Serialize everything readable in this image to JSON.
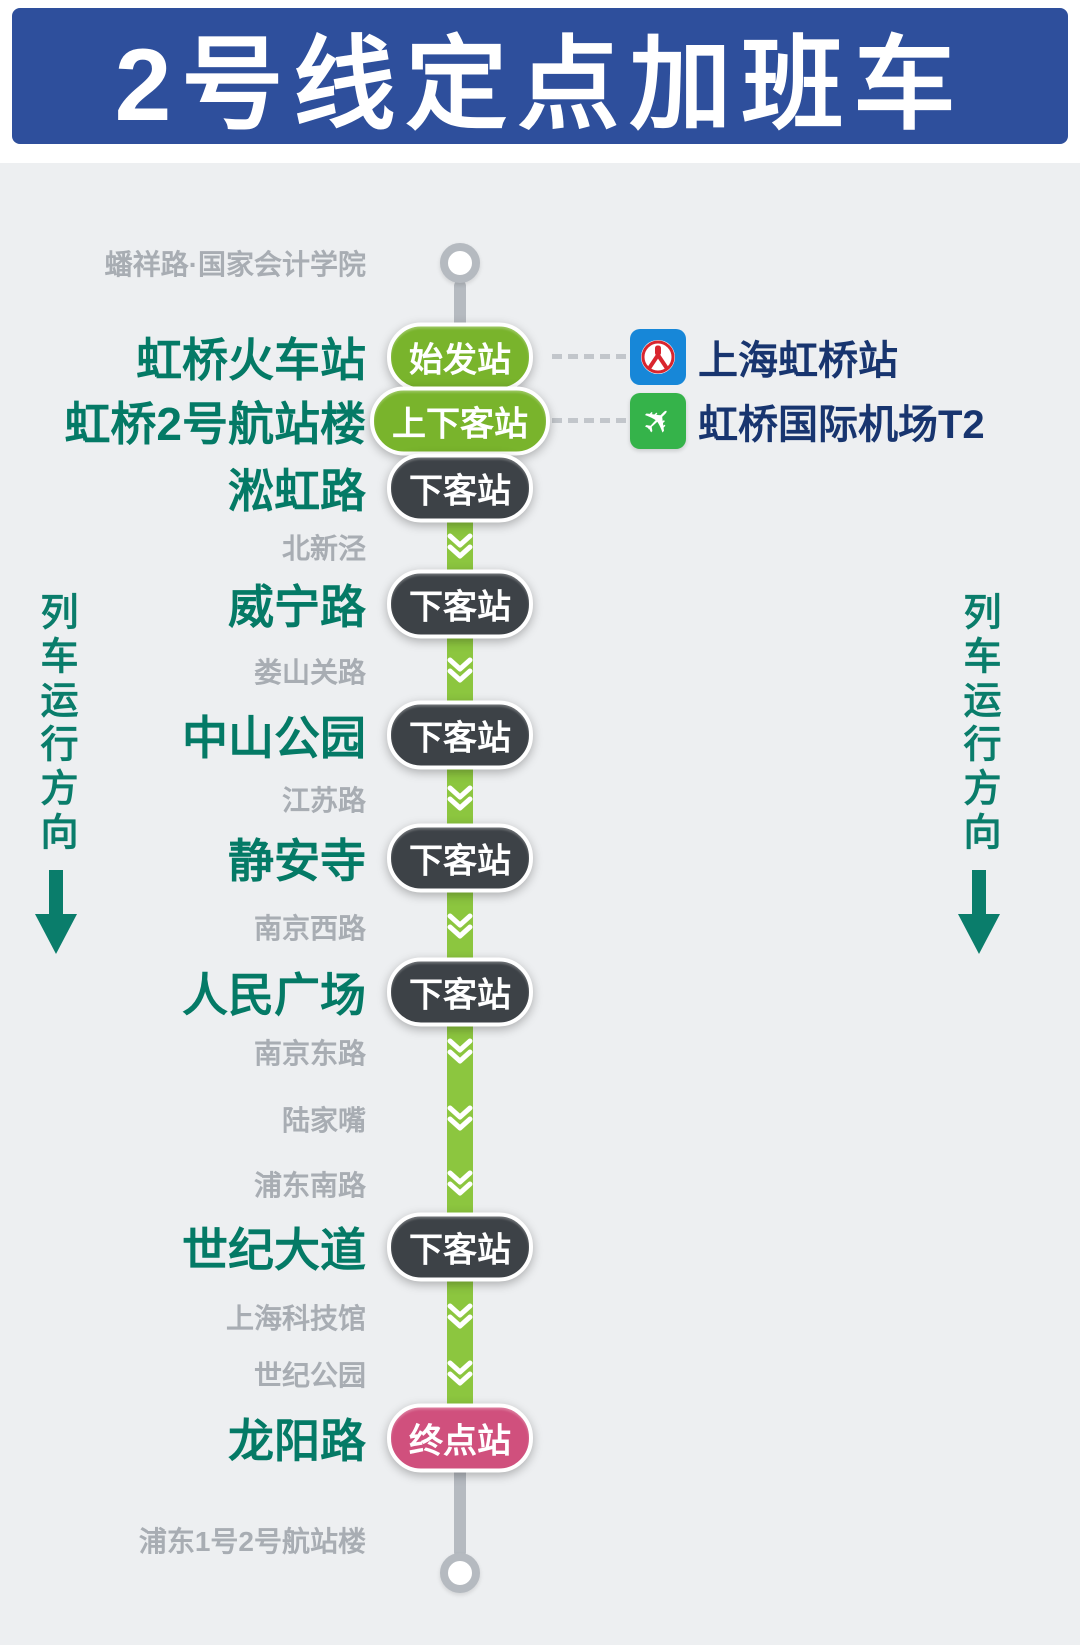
{
  "header": {
    "title": "2号线定点加班车"
  },
  "direction": {
    "label": "列车运行方向"
  },
  "stations": [
    {
      "name": "蟠祥路·国家会计学院",
      "type": "minor",
      "marker": "circle"
    },
    {
      "name": "虹桥火车站",
      "type": "major",
      "badge": {
        "label": "始发站",
        "style": "green"
      },
      "link": {
        "icon": "railway-station-icon",
        "label": "上海虹桥站"
      }
    },
    {
      "name": "虹桥2号航站楼",
      "type": "major",
      "badge": {
        "label": "上下客站",
        "style": "green"
      },
      "link": {
        "icon": "airplane-icon",
        "label": "虹桥国际机场T2"
      }
    },
    {
      "name": "淞虹路",
      "type": "major",
      "badge": {
        "label": "下客站",
        "style": "dark"
      }
    },
    {
      "name": "北新泾",
      "type": "minor"
    },
    {
      "name": "威宁路",
      "type": "major",
      "badge": {
        "label": "下客站",
        "style": "dark"
      }
    },
    {
      "name": "娄山关路",
      "type": "minor"
    },
    {
      "name": "中山公园",
      "type": "major",
      "badge": {
        "label": "下客站",
        "style": "dark"
      }
    },
    {
      "name": "江苏路",
      "type": "minor"
    },
    {
      "name": "静安寺",
      "type": "major",
      "badge": {
        "label": "下客站",
        "style": "dark"
      }
    },
    {
      "name": "南京西路",
      "type": "minor"
    },
    {
      "name": "人民广场",
      "type": "major",
      "badge": {
        "label": "下客站",
        "style": "dark"
      }
    },
    {
      "name": "南京东路",
      "type": "minor"
    },
    {
      "name": "陆家嘴",
      "type": "minor"
    },
    {
      "name": "浦东南路",
      "type": "minor"
    },
    {
      "name": "世纪大道",
      "type": "major",
      "badge": {
        "label": "下客站",
        "style": "dark"
      }
    },
    {
      "name": "上海科技馆",
      "type": "minor"
    },
    {
      "name": "世纪公园",
      "type": "minor"
    },
    {
      "name": "龙阳路",
      "type": "major",
      "badge": {
        "label": "终点站",
        "style": "pink"
      }
    },
    {
      "name": "浦东1号2号航站楼",
      "type": "minor",
      "marker": "circle"
    }
  ],
  "colors": {
    "header_bg": "#2e4f9c",
    "body_bg": "#edeff1",
    "line_green": "#8cc63f",
    "line_gray": "#b5bac0",
    "major_station_text": "#047a66",
    "minor_station_text": "#a8adb3",
    "badge_green": "#79b42c",
    "badge_dark": "#3d4247",
    "badge_pink": "#d0507d",
    "direction_text": "#0a7d6b",
    "link_label_text": "#18356f",
    "railway_icon_bg": "#1787d8",
    "airplane_icon_bg": "#35b34a"
  }
}
